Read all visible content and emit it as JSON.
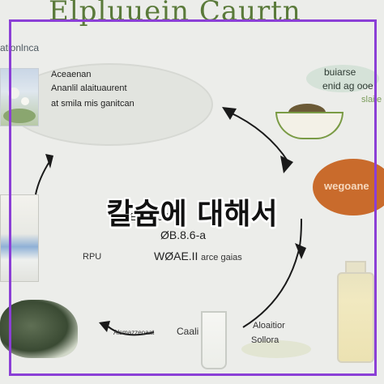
{
  "top_title": "Elpluuein Caurtn",
  "left_label": "ationlnca",
  "ellipse": {
    "line1": "Aceaenan",
    "line2": "Ananlil   alaituaurent",
    "line3": "at smila mis ganitcan"
  },
  "right_bubble": {
    "line1": "buiarse",
    "line2": "enid ag ooe",
    "line3": "slaile"
  },
  "orange_label": "wegoane",
  "center_title": "칼슘에 대해서",
  "middle": {
    "line1": "EBBEJIII",
    "line2": "ØB.8.6-a",
    "line3": "WØAE.II",
    "line3_suffix": "arce gaias"
  },
  "left_small_label": "RPU",
  "bottom": {
    "arrow_label": "Alsmazzeoaat",
    "cal_label": "Caali",
    "right_line1": "Aloaitior",
    "right_line2": "Sollora"
  },
  "colors": {
    "frame": "#8b3fd6",
    "title_green": "#5a7a3a",
    "orange_blob": "#c96b2c",
    "background": "#ecedea"
  }
}
